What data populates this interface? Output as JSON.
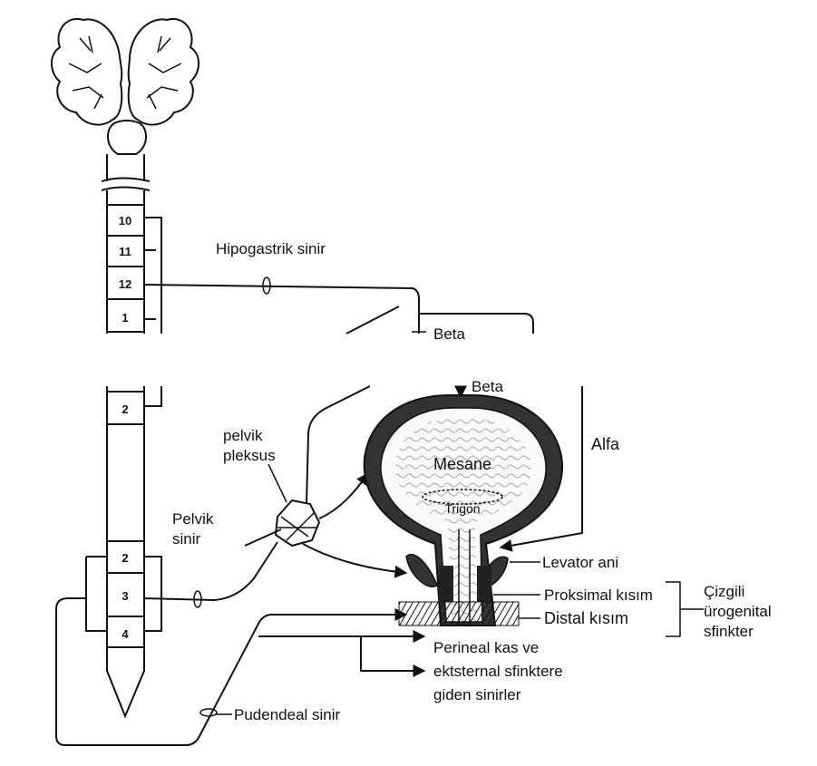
{
  "spine_segments": {
    "thoracic": [
      "10",
      "11",
      "12"
    ],
    "lumbar": [
      "1",
      "2"
    ],
    "sacral": [
      "2",
      "3",
      "4"
    ]
  },
  "labels": {
    "hypogastric": "Hipogastrik sinir",
    "beta_top": "Beta",
    "beta_bottom": "Beta",
    "alfa": "Alfa",
    "pelvic_plexus_1": "pelvik",
    "pelvic_plexus_2": "pleksus",
    "pelvic_nerve_1": "Pelvik",
    "pelvic_nerve_2": "sinir",
    "bladder": "Mesane",
    "trigone": "Trigon",
    "levator": "Levator ani",
    "proximal": "Proksimal kısım",
    "distal": "Distal kısım",
    "sphincter_1": "Çizgili",
    "sphincter_2": "ürogenital",
    "sphincter_3": "sfinkter",
    "perineal_1": "Perineal kas ve",
    "perineal_2": "ektsternal sfinktere",
    "perineal_3": "giden sinirler",
    "pudendal": "Pudendeal sinir"
  }
}
